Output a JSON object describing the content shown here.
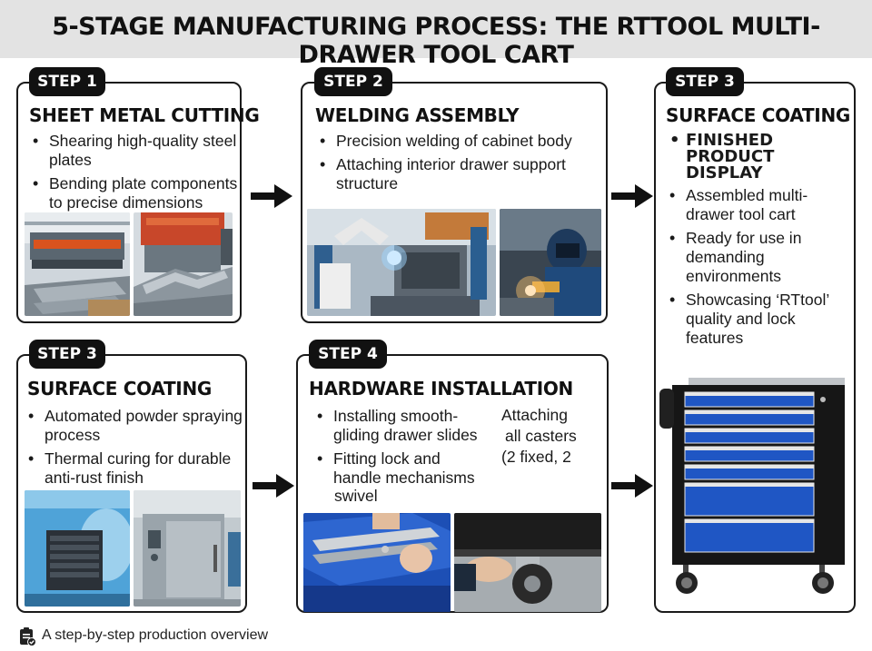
{
  "title": "5-STAGE MANUFACTURING PROCESS: THE RTTOOL MULTI-DRAWER TOOL CART",
  "steps": [
    {
      "badge": "STEP 1",
      "heading": "SHEET METAL CUTTING",
      "bullets": [
        "Shearing high-quality steel plates",
        "Bending plate components to precise dimensions"
      ],
      "photos": [
        "shearing-machine-photo",
        "press-brake-photo"
      ]
    },
    {
      "badge": "STEP 2",
      "heading": "WELDING ASSEMBLY",
      "bullets": [
        "Precision welding of cabinet body",
        "Attaching interior drawer support structure"
      ],
      "photos": [
        "robotic-welding-photo",
        "manual-welding-photo"
      ]
    },
    {
      "badge": "STEP 3",
      "heading": "SURFACE COATING",
      "bullets": [
        "FINISHED PRODUCT DISPLAY",
        "Assembled multi-drawer tool cart",
        "Ready for use in demanding environments",
        "Showcasing ‘RTtool’ quality and lock features"
      ],
      "photos": [
        "finished-tool-cart-photo"
      ]
    },
    {
      "badge": "STEP 3",
      "heading": "SURFACE COATING",
      "bullets": [
        "Automated powder spraying process",
        "Thermal curing for durable anti-rust finish"
      ],
      "photos": [
        "powder-spray-booth-photo",
        "curing-oven-photo"
      ]
    },
    {
      "badge": "STEP 4",
      "heading": "HARDWARE INSTALLATION",
      "bullets": [
        "Installing smooth-gliding drawer slides",
        "Fitting lock and handle mechanisms"
      ],
      "extra_lines": [
        "swivel",
        "Attaching",
        "all casters",
        "(2 fixed, 2"
      ],
      "photos": [
        "drawer-slide-photo",
        "caster-install-photo"
      ]
    }
  ],
  "footer": "A step-by-step production overview",
  "colors": {
    "title_bar": "#e3e3e3",
    "badge": "#111111",
    "border": "#1a1a1a",
    "drawer_blue": "#1f56c4",
    "cabinet_black": "#161616"
  }
}
